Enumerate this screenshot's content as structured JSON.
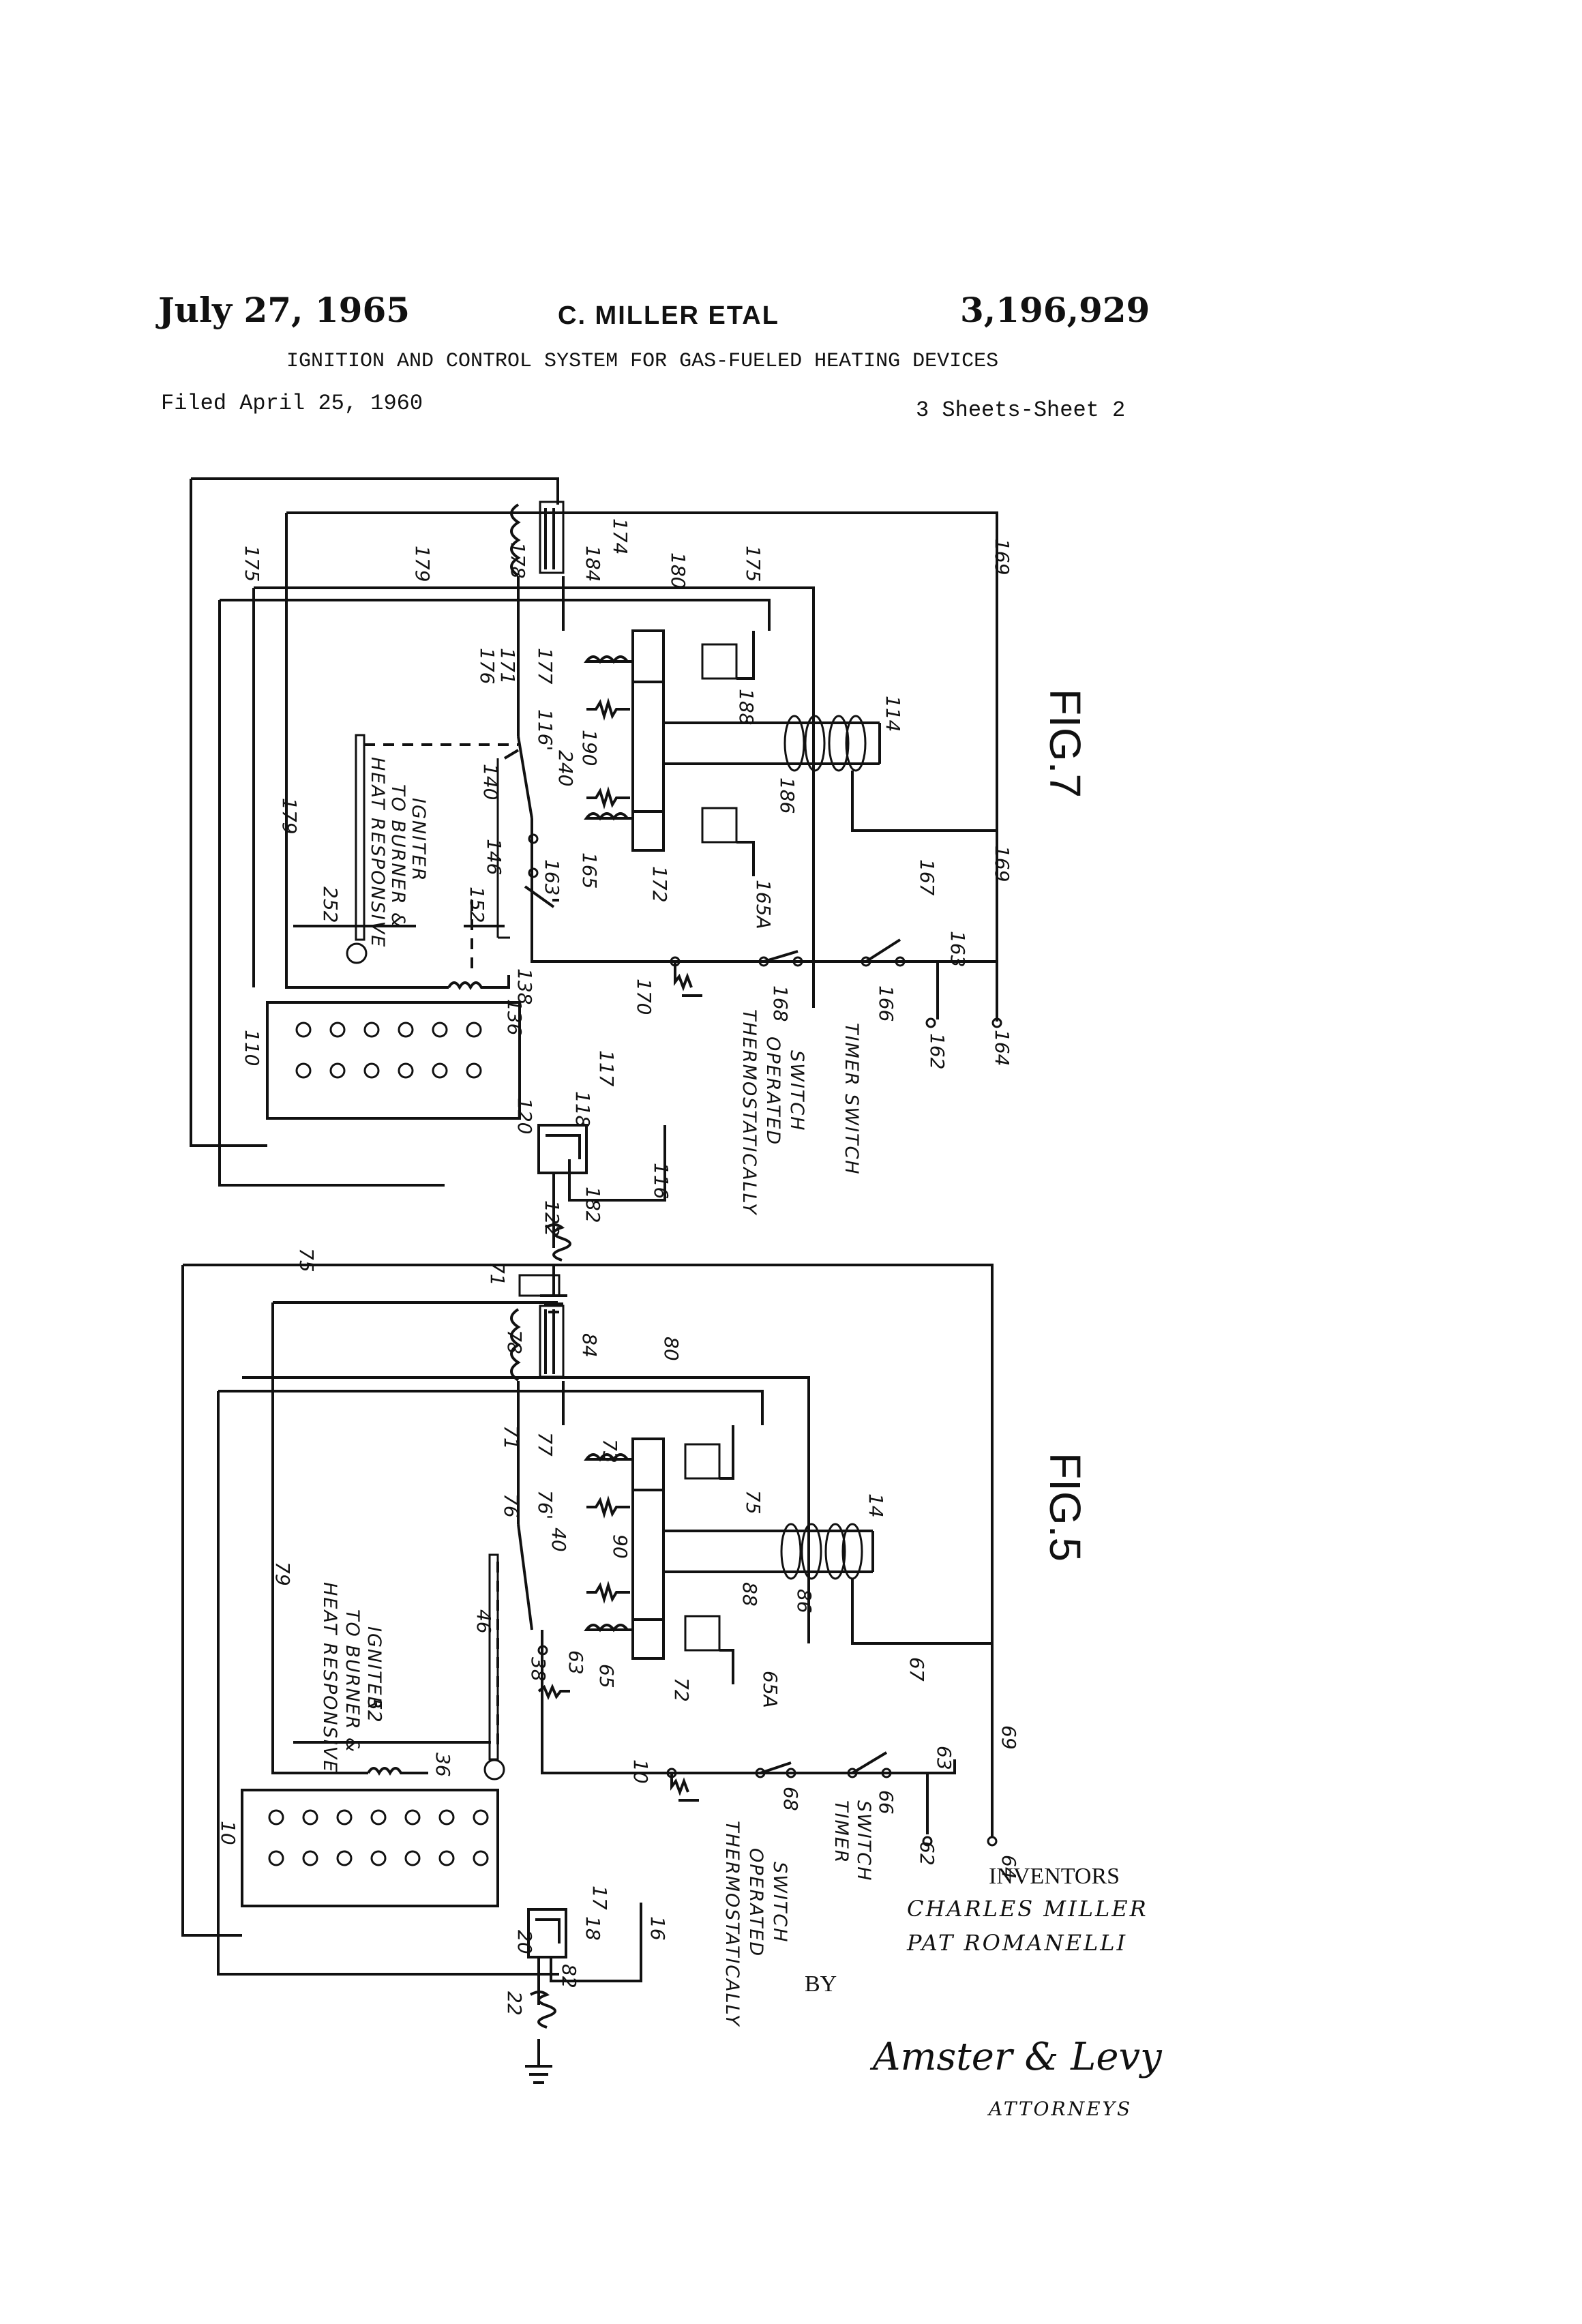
{
  "header": {
    "date": "July 27, 1965",
    "inventors": "C. MILLER ETAL",
    "patent_number": "3,196,929",
    "title": "IGNITION AND CONTROL SYSTEM FOR GAS-FUELED HEATING DEVICES",
    "filed": "Filed April 25, 1960",
    "sheets": "3 Sheets-Sheet 2"
  },
  "fig7": {
    "label": "FIG.7",
    "refs": [
      "175",
      "178",
      "179",
      "184",
      "174",
      "180",
      "175",
      "177",
      "176",
      "171",
      "116'",
      "240",
      "190",
      "188",
      "114",
      "186",
      "140",
      "146",
      "179",
      "252",
      "152",
      "138",
      "163",
      "165",
      "165A",
      "172",
      "169",
      "167",
      "169",
      "136",
      "110",
      "118",
      "117",
      "120",
      "116",
      "170",
      "168",
      "166",
      "163",
      "162",
      "164",
      "122",
      "182"
    ],
    "heat_label": [
      "HEAT RESPONSIVE",
      "TO BURNER &",
      "IGNITER"
    ],
    "thermo_label": [
      "THERMOSTATICALLY",
      "OPERATED",
      "SWITCH"
    ],
    "timer_label": "TIMER SWITCH"
  },
  "fig5": {
    "label": "FIG.5",
    "refs": [
      "75",
      "71",
      "78",
      "84",
      "80",
      "71",
      "77",
      "73",
      "76",
      "76'",
      "40",
      "90",
      "75",
      "88",
      "86",
      "14",
      "46",
      "79",
      "38",
      "63",
      "65",
      "72",
      "65A",
      "67",
      "69",
      "64",
      "52",
      "36",
      "10",
      "17",
      "18",
      "20",
      "16",
      "10",
      "68",
      "66",
      "63",
      "62",
      "22",
      "82"
    ],
    "heat_label": [
      "HEAT RESPONSIVE",
      "TO BURNER &",
      "IGNITER"
    ],
    "thermo_label": [
      "THERMOSTATICALLY",
      "OPERATED",
      "SWITCH"
    ],
    "timer_label": [
      "TIMER",
      "SWITCH"
    ]
  },
  "signature": {
    "inventors_title": "INVENTORS",
    "inventor_1": "CHARLES MILLER",
    "inventor_2": "PAT ROMANELLI",
    "by": "BY",
    "firm": "Amster & Levy",
    "attorneys": "ATTORNEYS"
  }
}
